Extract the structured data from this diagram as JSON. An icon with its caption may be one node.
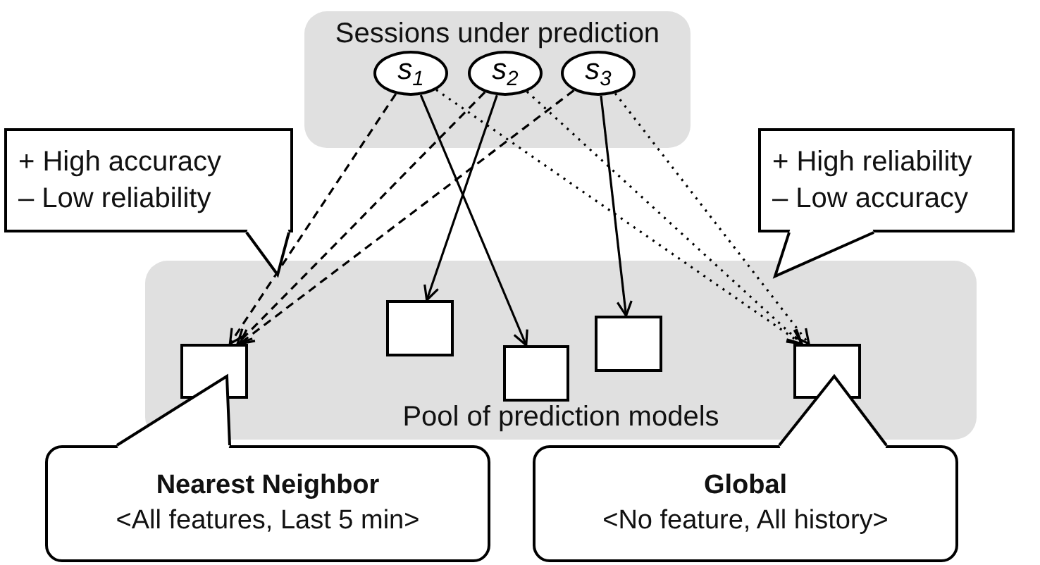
{
  "diagram": {
    "nodes": [
      {
        "text": [
          "Sessions under prediction"
        ]
      },
      {
        "text": [
          "s$_{1}$"
        ],
        "in": 0
      },
      {
        "text": [
          "s$_{2}$"
        ],
        "in": 0
      },
      {
        "text": [
          "s$_{3}$"
        ],
        "in": 0
      },
      {
        "text": [
          "Pool of prediction models"
        ]
      },
      {
        "text": [],
        "shape": "box",
        "in": 4
      },
      {
        "text": [],
        "shape": "box",
        "in": 4
      },
      {
        "text": [],
        "shape": "box",
        "in": 4
      },
      {
        "text": [],
        "shape": "box",
        "in": 4
      },
      {
        "text": [],
        "shape": "box",
        "in": 4
      },
      {
        "text": [
          "+ High accuracy",
          "– Low reliability"
        ]
      },
      {
        "text": [
          "+ High reliability",
          "– Low accuracy"
        ]
      },
      {
        "text": [
          "Nearest Neighbor",
          "<All features, Last 5 min>"
        ]
      },
      {
        "text": [
          "Global",
          "<No feature, All history>"
        ]
      }
    ],
    "edges": [
      {
        "from": 1,
        "to": 5,
        "arrow": "to",
        "style": "dashed"
      },
      {
        "from": 2,
        "to": 5,
        "arrow": "to",
        "style": "dashed"
      },
      {
        "from": 3,
        "to": 5,
        "arrow": "to",
        "style": "dashed"
      },
      {
        "from": 1,
        "to": 7,
        "arrow": "to"
      },
      {
        "from": 2,
        "to": 6,
        "arrow": "to"
      },
      {
        "from": 3,
        "to": 8,
        "arrow": "to"
      },
      {
        "from": 1,
        "to": 9,
        "arrow": "to",
        "style": "dashed"
      },
      {
        "from": 2,
        "to": 9,
        "arrow": "to",
        "style": "dashed"
      },
      {
        "from": 3,
        "to": 9,
        "arrow": "to",
        "style": "dashed"
      }
    ]
  }
}
